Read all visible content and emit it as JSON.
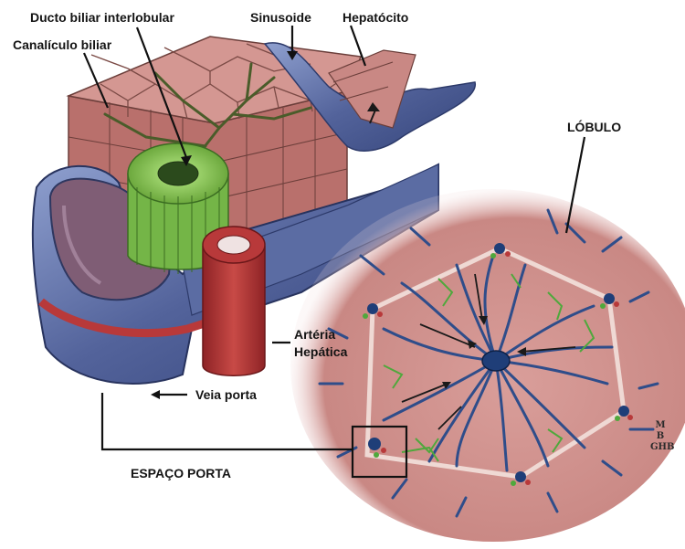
{
  "labels": {
    "ducto_biliar": "Ducto biliar interlobular",
    "canaliculo": "Canalículo biliar",
    "sinusoide": "Sinusoide",
    "hepatocito": "Hepatócito",
    "lobulo": "LÓBULO",
    "arteria_l1": "Artéria",
    "arteria_l2": "Hepática",
    "veia_porta": "Veia porta",
    "espaco_porta": "ESPAÇO PORTA"
  },
  "signature": {
    "line1": "M",
    "line2": "B",
    "line3": "GHB"
  },
  "colors": {
    "hepatocyte": "#c98a86",
    "hepatocyte_top": "#d89c96",
    "cell_border": "#7b4a45",
    "portal_vein": "#4e5f95",
    "portal_vein_light": "#8c9bc8",
    "artery": "#b8393a",
    "bile_duct": "#7ebd4c",
    "lobule_bg": "#d9a4a0",
    "sinusoid_line": "#2f4d8a",
    "central_vein": "#1f3e78",
    "bile_green": "#4fa83c"
  }
}
